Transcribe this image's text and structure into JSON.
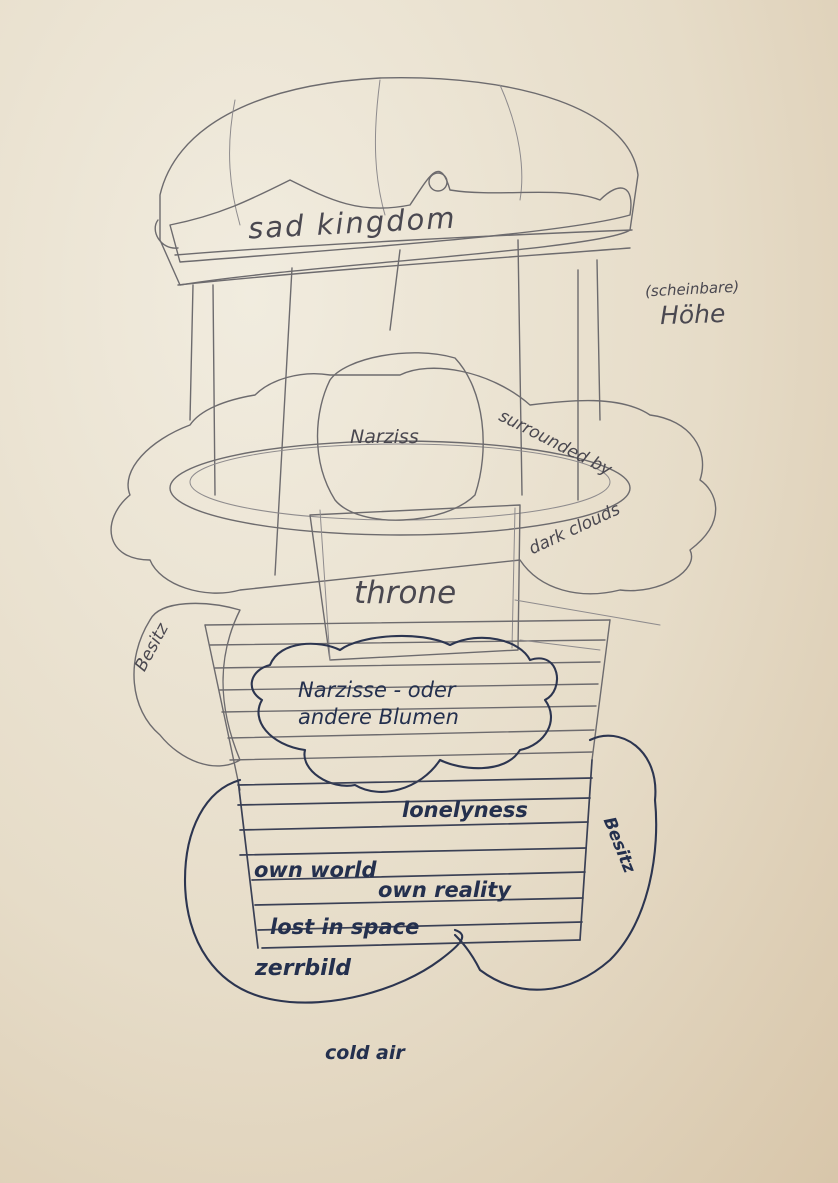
{
  "labels": {
    "sad_kingdom": "sad kingdom",
    "scheinbare": "(scheinbare)",
    "hoehe": "Höhe",
    "narziss": "Narziss",
    "surrounded_by": "surrounded by",
    "dark_clouds": "dark clouds",
    "throne": "throne",
    "besitz_left": "Besitz",
    "narzisse_line1": "Narzisse - oder",
    "narzisse_line2": "andere Blumen",
    "lonelyness": "lonelyness",
    "besitz_right": "Besitz",
    "own_world": "own world",
    "own_reality": "own reality",
    "lost_in_space": "lost in space",
    "zerrbild": "zerrbild",
    "cold_air": "cold air"
  },
  "colors": {
    "paper": "#e9e0cc",
    "pencil": "#6d6b6e",
    "ink": "#2c3550"
  }
}
